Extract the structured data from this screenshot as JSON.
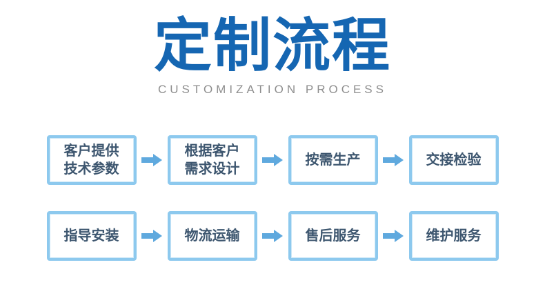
{
  "header": {
    "title": "定制流程",
    "subtitle": "CUSTOMIZATION PROCESS"
  },
  "colors": {
    "background": "#ffffff",
    "title_blue": "#1566b2",
    "subtitle_gray": "#8e8e8e",
    "box_border_blue": "#8dc9ee",
    "box_text_blue": "#3d566f",
    "arrow_blue": "#5fa9de"
  },
  "flow": {
    "rows": [
      {
        "steps": [
          {
            "label": "客户提供\n技术参数"
          },
          {
            "label": "根据客户\n需求设计"
          },
          {
            "label": "按需生产"
          },
          {
            "label": "交接检验"
          }
        ]
      },
      {
        "steps": [
          {
            "label": "指导安装"
          },
          {
            "label": "物流运输"
          },
          {
            "label": "售后服务"
          },
          {
            "label": "维护服务"
          }
        ]
      }
    ]
  }
}
